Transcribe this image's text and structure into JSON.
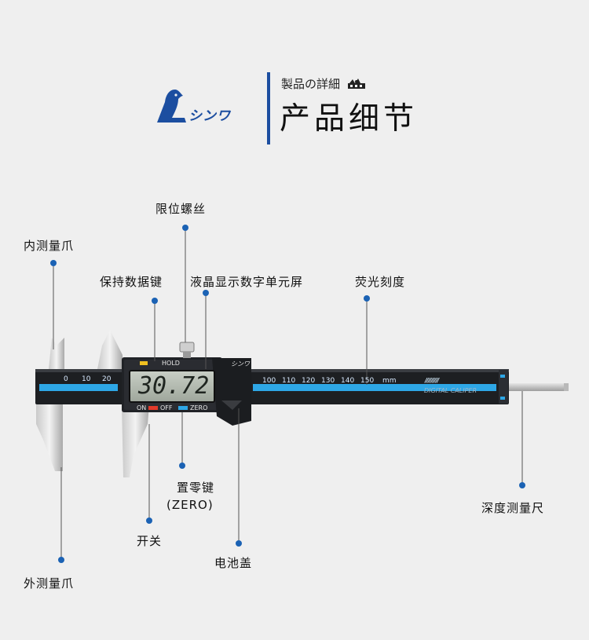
{
  "header": {
    "brand_name": "シンワ",
    "subtitle": "製品の詳細",
    "title": "产品细节"
  },
  "caliper": {
    "lcd_value": "30.72",
    "button_hold": "HOLD",
    "switch_on": "ON",
    "switch_off": "OFF",
    "button_zero": "ZERO",
    "scale_left": [
      "0",
      "10",
      "20"
    ],
    "scale_right": [
      "100",
      "110",
      "120",
      "130",
      "140",
      "150",
      "mm"
    ],
    "beam_text": "DIGITAL CALIPER",
    "accent_color": "#2ea7e6"
  },
  "labels": {
    "limit_screw": "限位螺丝",
    "inner_jaw": "内测量爪",
    "hold_key": "保持数据键",
    "lcd": "液晶显示数字单元屏",
    "fluorescent_scale": "荧光刻度",
    "zero_key": "置零键",
    "zero_key_en": "(ZERO)",
    "power_switch": "开关",
    "battery_cover": "电池盖",
    "depth_rod": "深度测量尺",
    "outer_jaw": "外测量爪"
  }
}
